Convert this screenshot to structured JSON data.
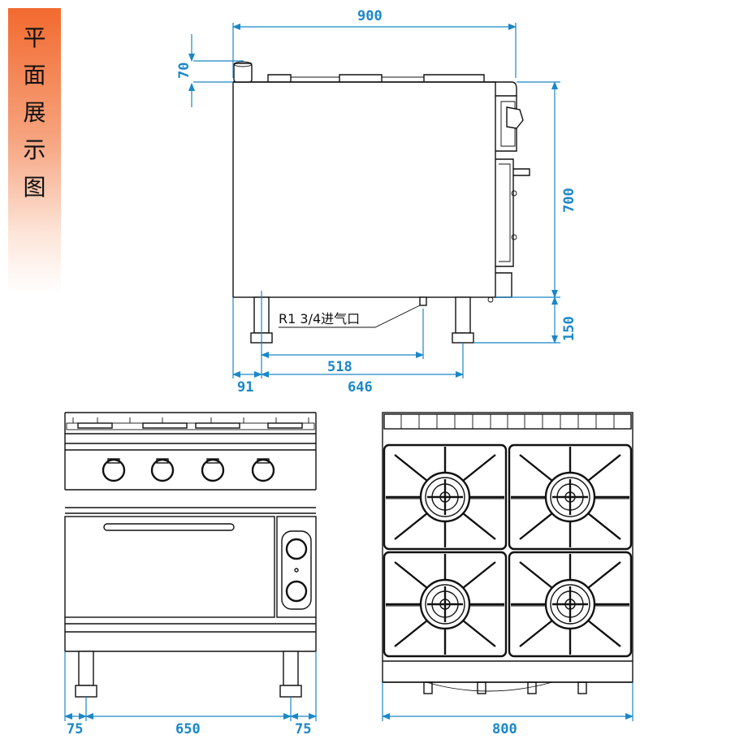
{
  "side_tag": {
    "characters": [
      "平",
      "面",
      "展",
      "示",
      "图"
    ]
  },
  "dimensions": {
    "side_width": "900",
    "side_top_offset": "70",
    "side_height": "700",
    "side_leg": "150",
    "gas_inlet_offset": "518",
    "leg_left_offset": "91",
    "leg_span": "646",
    "front_left_margin": "75",
    "front_middle": "650",
    "front_right_margin": "75",
    "top_width": "800"
  },
  "annotations": {
    "gas_inlet": "R1 3/4进气口"
  },
  "colors": {
    "dimension": "#1a87c8",
    "outline": "#111111",
    "tag_top": "#f26a2f"
  }
}
